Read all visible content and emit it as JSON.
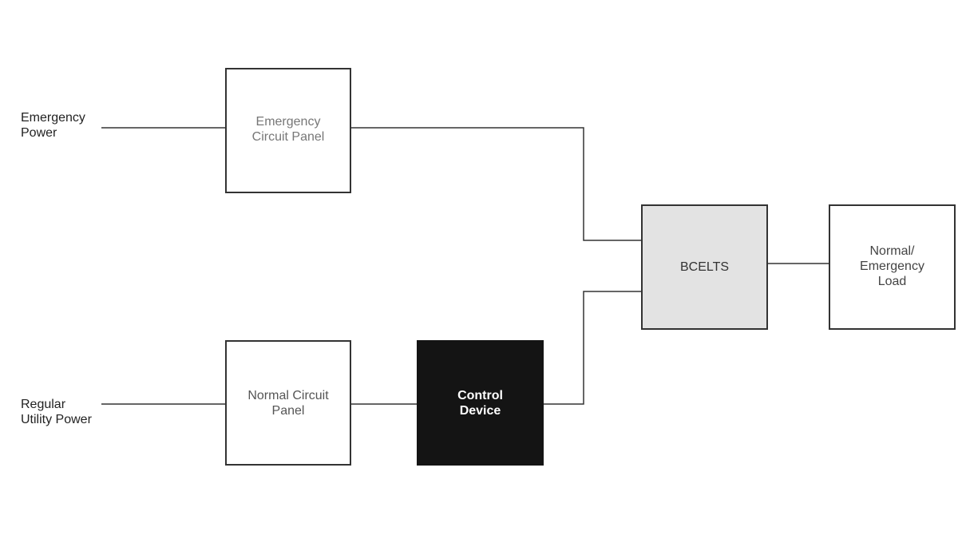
{
  "sources": {
    "emergency_power": [
      "Emergency",
      "Power"
    ],
    "regular_power": [
      "Regular",
      "Utility Power"
    ]
  },
  "nodes": {
    "emergency_circuit_panel": [
      "Emergency",
      "Circuit Panel"
    ],
    "normal_circuit_panel": [
      "Normal Circuit",
      "Panel"
    ],
    "control_device": [
      "Control",
      "Device"
    ],
    "bcelts": [
      "BCELTS"
    ],
    "normal_emergency_load": [
      "Normal/",
      "Emergency",
      "Load"
    ]
  },
  "connections": [
    {
      "from": "emergency_power",
      "to": "emergency_circuit_panel"
    },
    {
      "from": "emergency_circuit_panel",
      "to": "bcelts"
    },
    {
      "from": "regular_power",
      "to": "normal_circuit_panel"
    },
    {
      "from": "normal_circuit_panel",
      "to": "control_device"
    },
    {
      "from": "control_device",
      "to": "bcelts"
    },
    {
      "from": "bcelts",
      "to": "normal_emergency_load"
    }
  ],
  "colors": {
    "line": "#333333",
    "box_border": "#333333",
    "control_device_fill": "#141414",
    "bcelts_fill": "#e3e3e3"
  }
}
